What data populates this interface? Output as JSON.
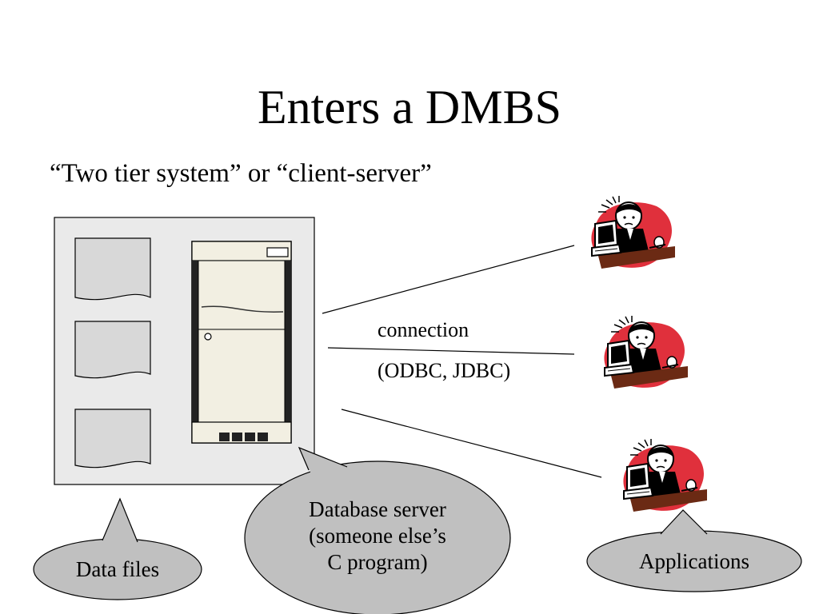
{
  "slide": {
    "title": "Enters a DMBS",
    "subtitle": "“Two tier system” or “client-server”"
  },
  "connection": {
    "line1": "connection",
    "line2": "(ODBC, JDBC)"
  },
  "callouts": {
    "data_files": "Data files",
    "database_server": [
      "Database server",
      "(someone else’s",
      "C program)"
    ],
    "applications": "Applications"
  },
  "icons": {
    "server": "server-cabinet-icon",
    "file": "document-file-icon",
    "client": "user-at-computer-icon"
  },
  "colors": {
    "callout_fill": "#c0c0c0",
    "panel_fill": "#eaeaea",
    "file_fill": "#d8d8d8",
    "server_fill": "#f2efe2",
    "client_accent": "#e0303c"
  }
}
